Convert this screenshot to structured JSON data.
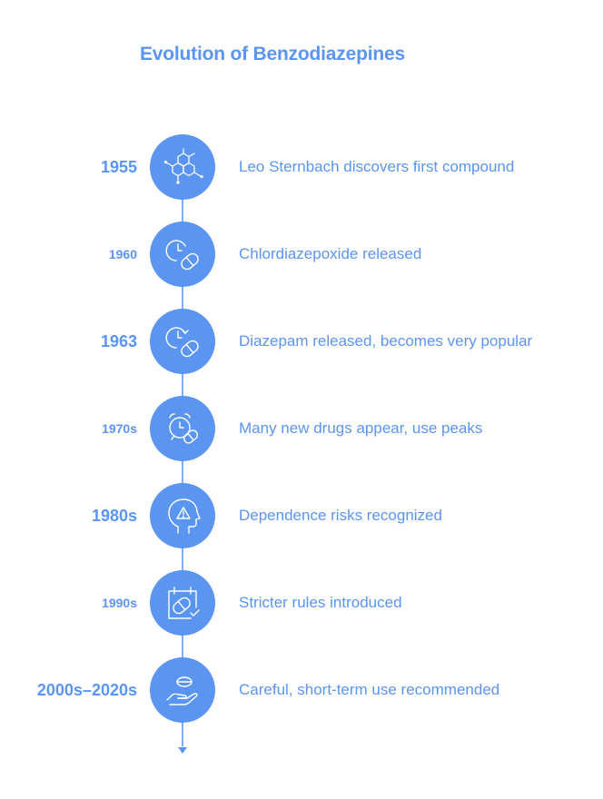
{
  "title": "Evolution of Benzodiazepines",
  "colors": {
    "accent": "#5b95f2",
    "line": "#7fadf5",
    "icon_stroke": "#ffffff"
  },
  "events": [
    {
      "year": "1955",
      "text": "Leo Sternbach discovers first compound",
      "icon": "molecule-icon"
    },
    {
      "year": "1960",
      "text": "Chlordiazepoxide released",
      "icon": "clock-pill-icon"
    },
    {
      "year": "1963",
      "text": "Diazepam released, becomes very popular",
      "icon": "clock-refresh-pill-icon"
    },
    {
      "year": "1970s",
      "text": "Many new drugs appear, use peaks",
      "icon": "alarm-clock-pill-icon"
    },
    {
      "year": "1980s",
      "text": "Dependence risks recognized",
      "icon": "head-warning-icon"
    },
    {
      "year": "1990s",
      "text": "Stricter rules introduced",
      "icon": "calendar-pill-check-icon"
    },
    {
      "year": "2000s–2020s",
      "text": "Careful, short-term use recommended",
      "icon": "hand-pill-icon"
    }
  ]
}
